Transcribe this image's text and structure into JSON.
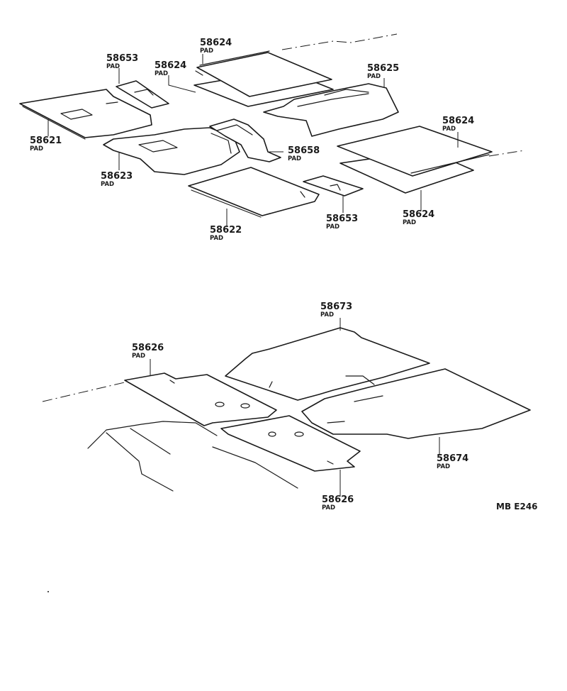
{
  "diagram_code": "MB E246",
  "callouts": [
    {
      "id": "c1",
      "number": "58624",
      "sub": "PAD"
    },
    {
      "id": "c2",
      "number": "58653",
      "sub": "PAD"
    },
    {
      "id": "c3",
      "number": "58624",
      "sub": "PAD"
    },
    {
      "id": "c4",
      "number": "58625",
      "sub": "PAD"
    },
    {
      "id": "c5",
      "number": "58621",
      "sub": "PAD"
    },
    {
      "id": "c6",
      "number": "58624",
      "sub": "PAD"
    },
    {
      "id": "c7",
      "number": "58658",
      "sub": "PAD"
    },
    {
      "id": "c8",
      "number": "58623",
      "sub": "PAD"
    },
    {
      "id": "c9",
      "number": "58653",
      "sub": "PAD"
    },
    {
      "id": "c10",
      "number": "58624",
      "sub": "PAD"
    },
    {
      "id": "c11",
      "number": "58622",
      "sub": "PAD"
    },
    {
      "id": "c12",
      "number": "58673",
      "sub": "PAD"
    },
    {
      "id": "c13",
      "number": "58626",
      "sub": "PAD"
    },
    {
      "id": "c14",
      "number": "58674",
      "sub": "PAD"
    },
    {
      "id": "c15",
      "number": "58626",
      "sub": "PAD"
    }
  ]
}
